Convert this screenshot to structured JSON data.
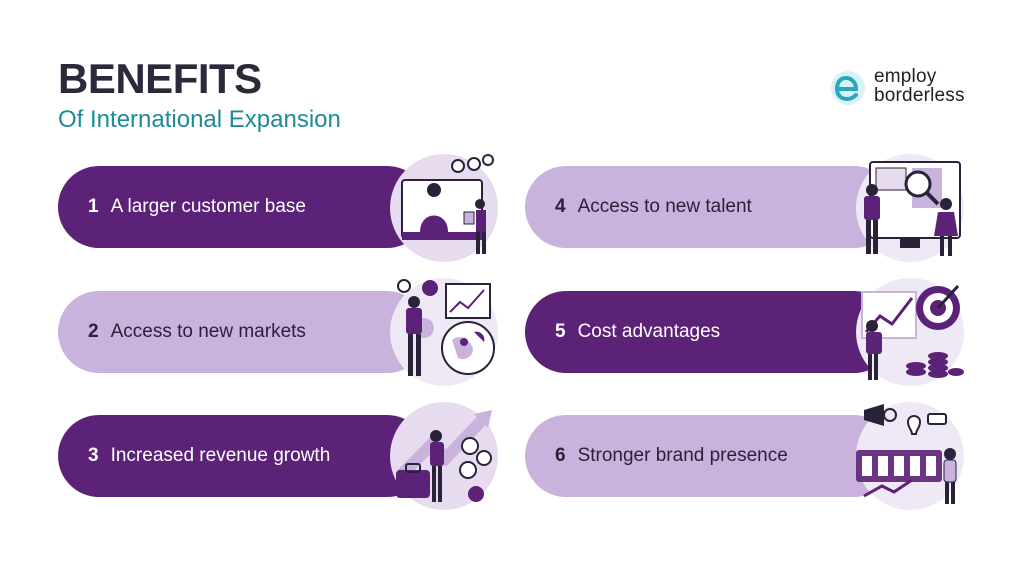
{
  "header": {
    "title": "BENEFITS",
    "subtitle": "Of International Expansion"
  },
  "logo": {
    "mark": "e",
    "line1": "employ",
    "line2": "borderless"
  },
  "colors": {
    "dark_pill": "#5b2278",
    "light_pill": "#c9b3dd",
    "title": "#2b2a3a",
    "subtitle": "#1e8a9a",
    "logo_accent": "#2bb4c6"
  },
  "benefits": [
    {
      "num": "1",
      "label": "A larger customer base",
      "style": "dark",
      "icon": "video-call-illustration-icon"
    },
    {
      "num": "2",
      "label": "Access to new markets",
      "style": "light",
      "icon": "globe-map-illustration-icon"
    },
    {
      "num": "3",
      "label": "Increased revenue growth",
      "style": "dark",
      "icon": "revenue-growth-illustration-icon"
    },
    {
      "num": "4",
      "label": "Access to new talent",
      "style": "light",
      "icon": "talent-search-illustration-icon"
    },
    {
      "num": "5",
      "label": "Cost advantages",
      "style": "dark",
      "icon": "target-coins-illustration-icon"
    },
    {
      "num": "6",
      "label": "Stronger brand presence",
      "style": "light",
      "icon": "brand-megaphone-illustration-icon"
    }
  ]
}
